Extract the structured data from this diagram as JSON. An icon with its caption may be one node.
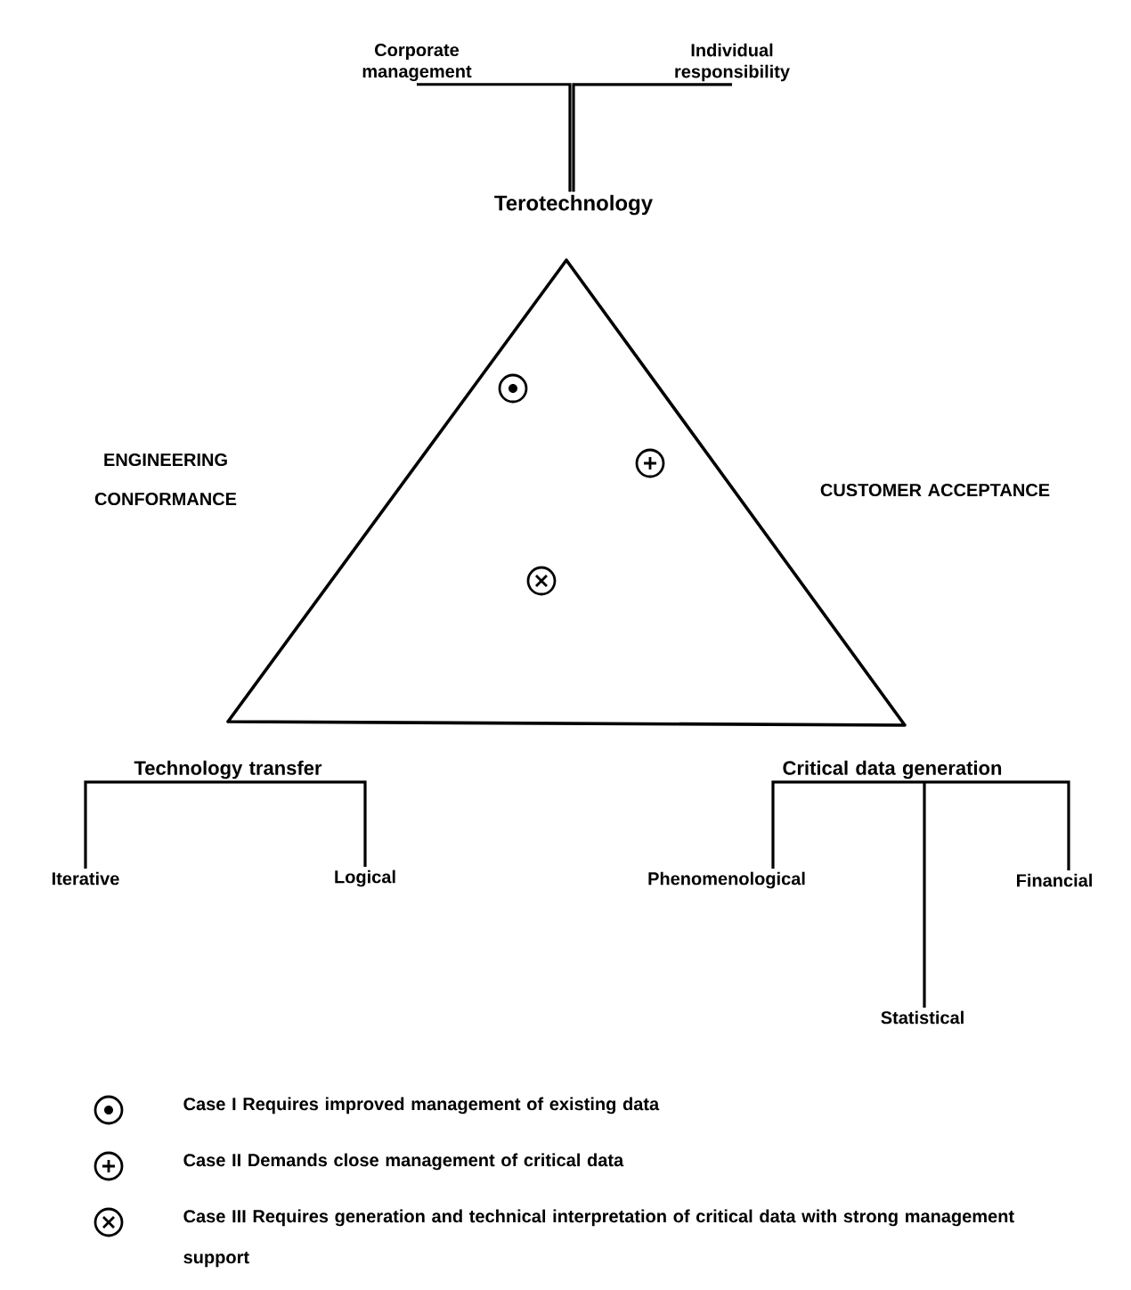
{
  "diagram": {
    "nodes": [
      {
        "text": [
          "Corporate management"
        ]
      },
      {
        "text": [
          "Individual responsibility"
        ]
      },
      {
        "text": [
          "Terotechnology"
        ]
      },
      {
        "text": [
          "Technology transfer"
        ]
      },
      {
        "text": [
          "Iterative"
        ]
      },
      {
        "text": [
          "Logical"
        ]
      },
      {
        "text": [
          "Critical data generation"
        ]
      },
      {
        "text": [
          "Phenomenological"
        ]
      },
      {
        "text": [
          "Financial"
        ]
      },
      {
        "text": [
          "Statistical"
        ]
      }
    ],
    "edges": [
      {
        "from": 0,
        "to": 2,
        "arrow": "none"
      },
      {
        "from": 1,
        "to": 2,
        "arrow": "none"
      },
      {
        "from": 3,
        "to": 4,
        "arrow": "none"
      },
      {
        "from": 3,
        "to": 5,
        "arrow": "none"
      },
      {
        "from": 6,
        "to": 7,
        "arrow": "none"
      },
      {
        "from": 6,
        "to": 8,
        "arrow": "none"
      },
      {
        "from": 6,
        "to": 9,
        "arrow": "none"
      }
    ],
    "labels": [
      "ENGINEERING CONFORMANCE",
      "CUSTOMER ACCEPTANCE"
    ],
    "legend": [
      {
        "text": "Case I Requires improved management of existing data"
      },
      {
        "text": "Case II Demands close management of critical data"
      },
      {
        "text": "Case III Requires generation and technical interpretation of critical data with strong management support"
      }
    ]
  }
}
